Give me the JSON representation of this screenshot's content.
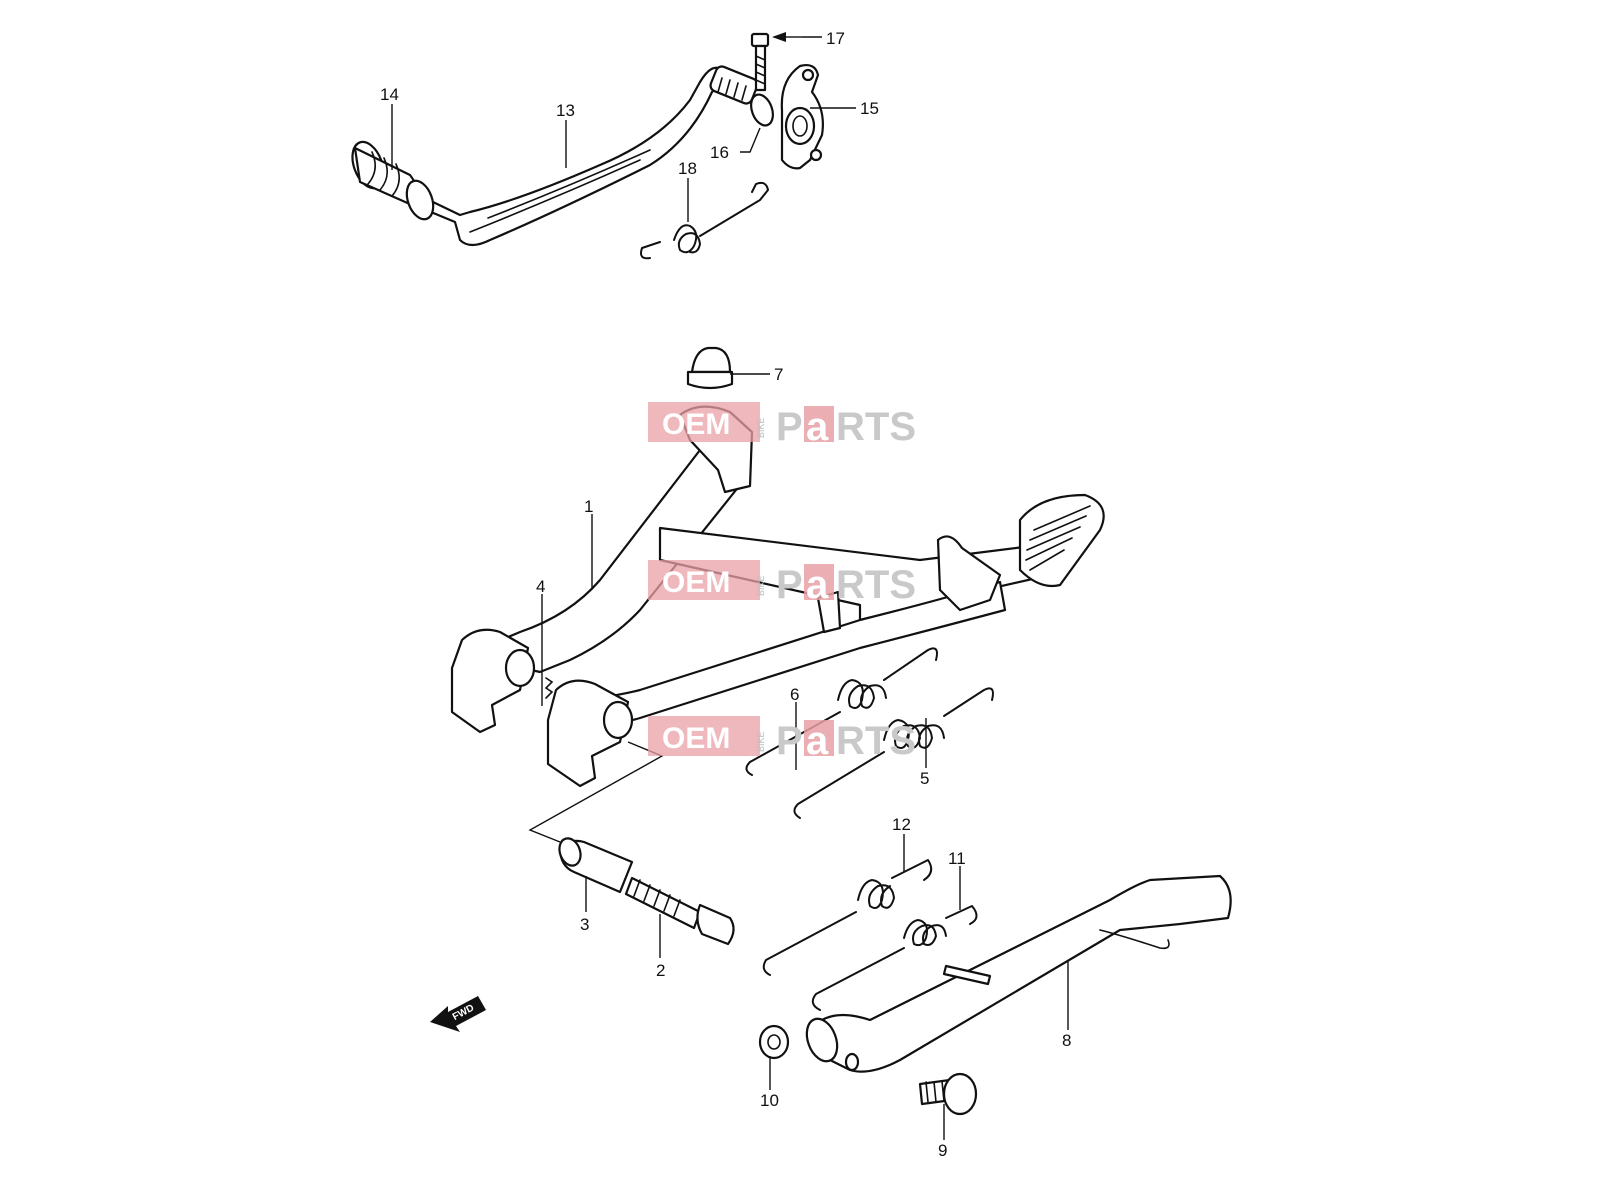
{
  "diagram": {
    "callouts": [
      {
        "id": "c1",
        "label": "1"
      },
      {
        "id": "c2",
        "label": "2"
      },
      {
        "id": "c3",
        "label": "3"
      },
      {
        "id": "c4",
        "label": "4"
      },
      {
        "id": "c5",
        "label": "5"
      },
      {
        "id": "c6",
        "label": "6"
      },
      {
        "id": "c7",
        "label": "7"
      },
      {
        "id": "c8",
        "label": "8"
      },
      {
        "id": "c9",
        "label": "9"
      },
      {
        "id": "c10",
        "label": "10"
      },
      {
        "id": "c11",
        "label": "11"
      },
      {
        "id": "c12",
        "label": "12"
      },
      {
        "id": "c13",
        "label": "13"
      },
      {
        "id": "c14",
        "label": "14"
      },
      {
        "id": "c15",
        "label": "15"
      },
      {
        "id": "c16",
        "label": "16"
      },
      {
        "id": "c17",
        "label": "17"
      },
      {
        "id": "c18",
        "label": "18"
      }
    ],
    "direction_arrow": {
      "label": "FWD",
      "icon": "fwd-arrow-icon"
    }
  },
  "watermark": {
    "oem": "OEM",
    "bike": "BIKE",
    "parts_p": "P",
    "parts_a": "a",
    "parts_rest": "RTS",
    "colors": {
      "badge": "#e8a0a5",
      "text_grey": "#c9c9c9"
    }
  }
}
